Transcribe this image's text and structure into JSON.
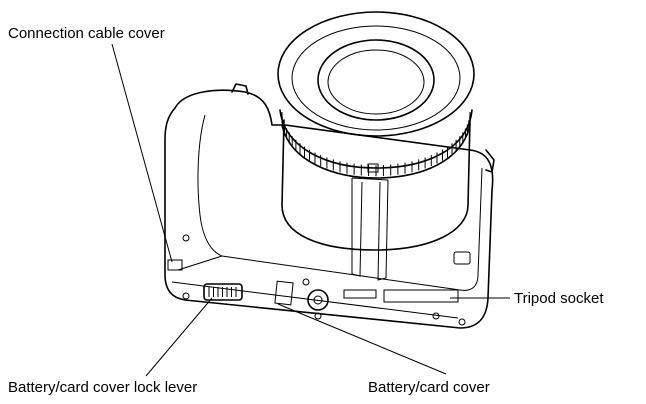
{
  "labels": {
    "connection_cable_cover": "Connection cable cover",
    "tripod_socket": "Tripod socket",
    "lock_lever": "Battery/card cover lock lever",
    "battery_cover": "Battery/card cover"
  }
}
